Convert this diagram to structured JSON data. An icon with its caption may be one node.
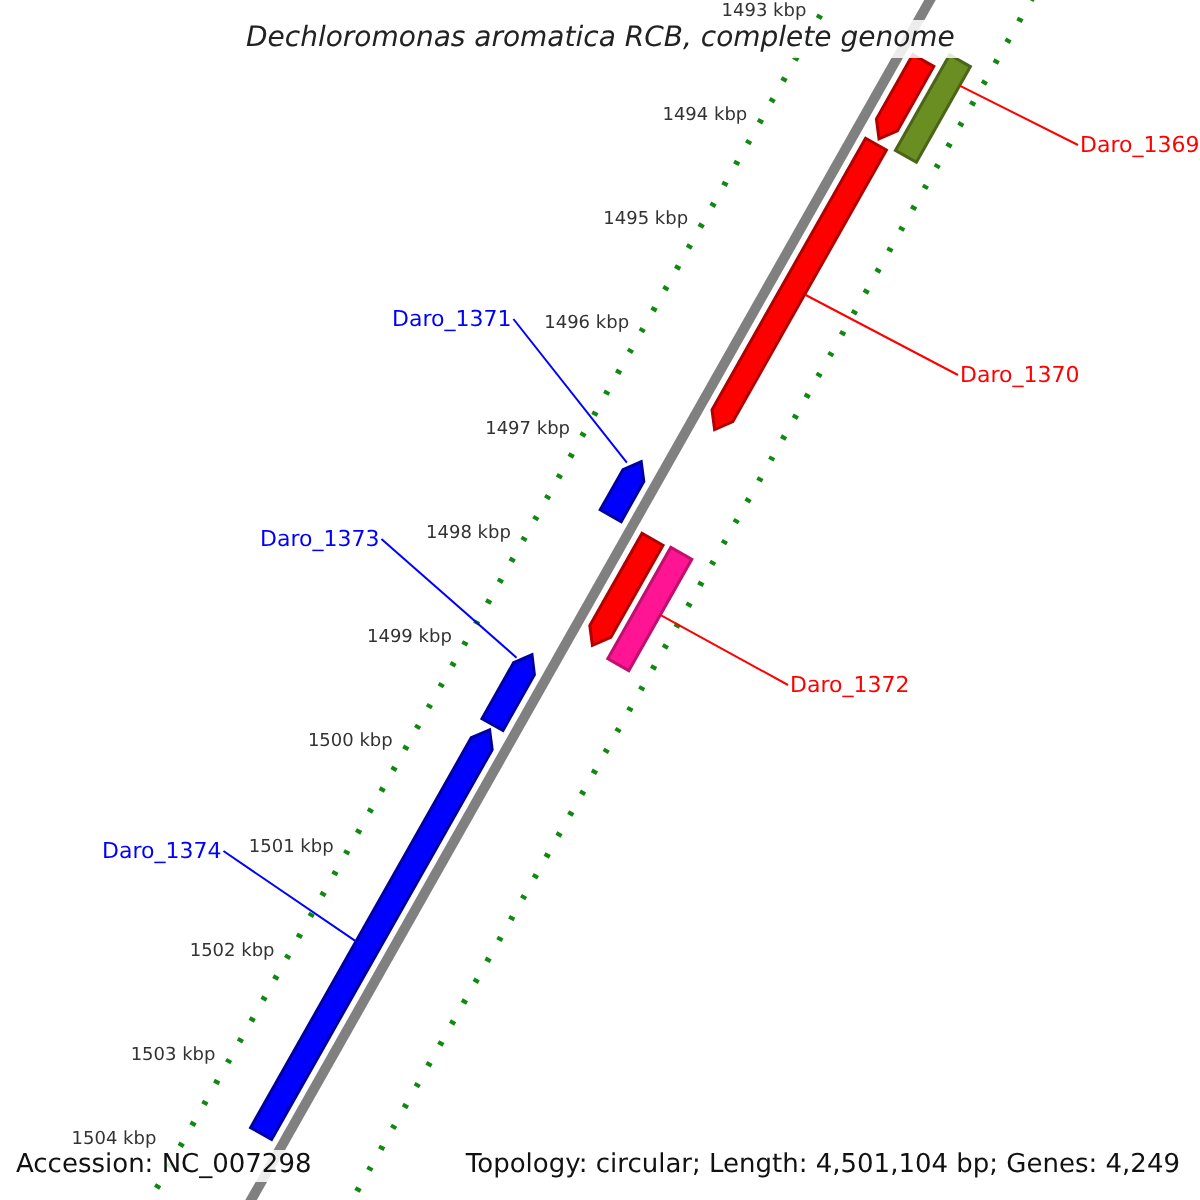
{
  "diagram": {
    "title": "Dechloromonas aromatica RCB, complete genome",
    "nodes": [
      {
        "text": [
          "Daro_1369"
        ]
      },
      {
        "text": [
          "Daro_1370"
        ]
      },
      {
        "text": [
          "Daro_1371"
        ]
      },
      {
        "text": [
          "Daro_1373"
        ]
      },
      {
        "text": [
          "Daro_1372"
        ]
      },
      {
        "text": [
          "Daro_1374"
        ]
      },
      {
        "text": [],
        "shape": "arrow"
      },
      {
        "text": [],
        "shape": "bar"
      },
      {
        "text": [],
        "shape": "arrow"
      },
      {
        "text": [],
        "shape": "arrow"
      },
      {
        "text": [],
        "shape": "arrow"
      },
      {
        "text": [],
        "shape": "bar"
      },
      {
        "text": [],
        "shape": "arrow"
      },
      {
        "text": [],
        "shape": "arrow"
      }
    ],
    "edges": [
      {
        "from": 0,
        "to": 7,
        "arrow": "none",
        "color": "#ff0000"
      },
      {
        "from": 1,
        "to": 8,
        "arrow": "none",
        "color": "#ff0000"
      },
      {
        "from": 2,
        "to": 9,
        "arrow": "none",
        "color": "#0000ff"
      },
      {
        "from": 3,
        "to": 12,
        "arrow": "none",
        "color": "#0000ff"
      },
      {
        "from": 4,
        "to": 11,
        "arrow": "none",
        "color": "#ff0000"
      },
      {
        "from": 5,
        "to": 13,
        "arrow": "none",
        "color": "#0000ff"
      }
    ],
    "labels": [
      "1493 kbp",
      "1494 kbp",
      "1495 kbp",
      "1496 kbp",
      "1497 kbp",
      "1498 kbp",
      "1499 kbp",
      "1500 kbp",
      "1501 kbp",
      "1502 kbp",
      "1503 kbp",
      "1504 kbp",
      "Accession: NC_007298",
      "Topology: circular; Length: 4,501,104 bp; Genes: 4,249"
    ]
  }
}
